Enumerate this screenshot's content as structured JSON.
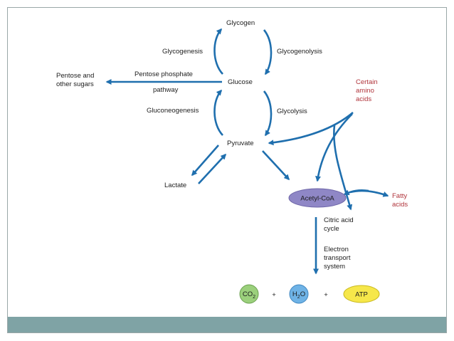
{
  "nodes": {
    "glycogen": "Glycogen",
    "glucose": "Glucose",
    "pyruvate": "Pyruvate",
    "lactate": "Lactate",
    "pentose": "Pentose and\nother sugars",
    "acetyl_coa": "Acetyl-CoA",
    "amino_acids": "Certain\namino\nacids",
    "fatty_acids": "Fatty\nacids",
    "co2": "CO",
    "co2_sub": "2",
    "h2o_h": "H",
    "h2o_sub": "2",
    "h2o_o": "O",
    "atp": "ATP"
  },
  "processes": {
    "glycogenesis": "Glycogenesis",
    "glycogenolysis": "Glycogenolysis",
    "gluconeogenesis": "Gluconeogenesis",
    "glycolysis": "Glycolysis",
    "pentose_line1": "Pentose phosphate",
    "pentose_line2": "pathway",
    "citric_acid": "Citric acid\ncycle",
    "electron_transport": "Electron\ntransport\nsystem"
  },
  "operators": {
    "plus1": "+",
    "plus2": "+"
  },
  "colors": {
    "arrow": "#1f6fae",
    "acetyl_coa_fill": "#8f87c6",
    "co2_fill": "#9bd07c",
    "h2o_fill": "#6fb3e6",
    "atp_fill": "#f6e74a",
    "red_label": "#b0343b",
    "footer": "#7fa3a5"
  }
}
